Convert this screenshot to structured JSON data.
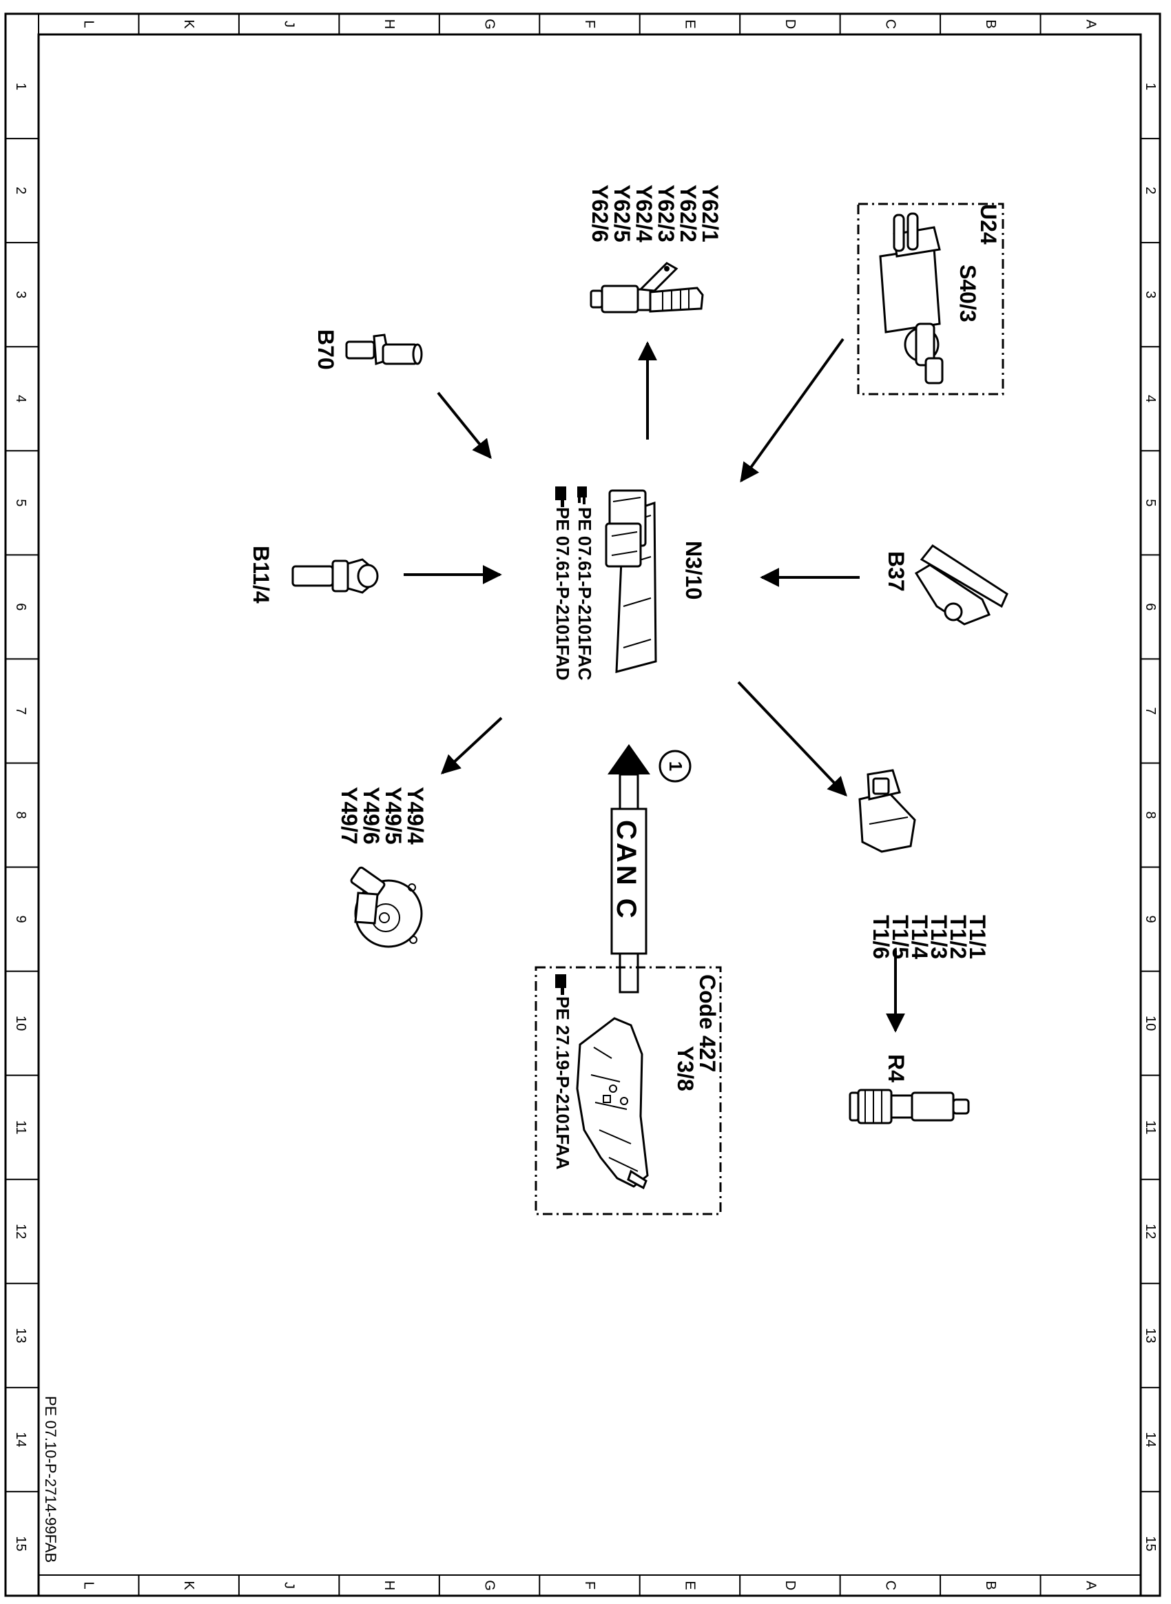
{
  "frame": {
    "column_letters": [
      "L",
      "K",
      "J",
      "H",
      "G",
      "F",
      "E",
      "D",
      "C",
      "B",
      "A"
    ],
    "row_numbers": [
      "1",
      "2",
      "3",
      "4",
      "5",
      "6",
      "7",
      "8",
      "9",
      "10",
      "11",
      "12",
      "13",
      "14",
      "15"
    ]
  },
  "document_id": "PE 07.10-P-2714-99FAB",
  "center": {
    "label": "N3/10",
    "refs": [
      "PE 07.61-P-2101FAC",
      "PE 07.61-P-2101FAD"
    ],
    "ref_icons": [
      "pointing-hand-icon",
      "book-hand-icon"
    ]
  },
  "components": {
    "injectors": {
      "labels": [
        "Y62/1",
        "Y62/2",
        "Y62/3",
        "Y62/4",
        "Y62/5",
        "Y62/6"
      ]
    },
    "b70": {
      "label": "B70"
    },
    "u24_box": {
      "label1": "U24",
      "label2": "S40/3"
    },
    "b11": {
      "label": "B11/4"
    },
    "b37": {
      "label": "B37"
    },
    "y49": {
      "labels": [
        "Y49/4",
        "Y49/5",
        "Y49/6",
        "Y49/7"
      ]
    },
    "ignition": {
      "labels": [
        "T1/1",
        "T1/2",
        "T1/3",
        "T1/4",
        "T1/5",
        "T1/6"
      ]
    },
    "r4": {
      "label": "R4"
    },
    "can": {
      "label": "CAN C",
      "marker": "1"
    },
    "code_box": {
      "code": "Code 427",
      "label": "Y3/8",
      "ref": "PE 27.19-P-2101FAA"
    }
  }
}
